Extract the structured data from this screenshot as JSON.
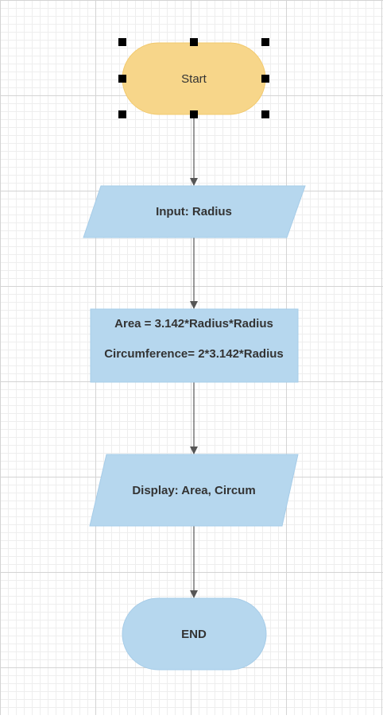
{
  "flowchart": {
    "nodes": {
      "start": {
        "label": "Start",
        "shape": "terminator",
        "fill": "#f7d68a"
      },
      "input": {
        "label": "Input: Radius",
        "shape": "parallelogram",
        "fill": "#b6d7ee"
      },
      "process": {
        "line1": "Area = 3.142*Radius*Radius",
        "line2": "Circumference= 2*3.142*Radius",
        "shape": "rectangle",
        "fill": "#b6d7ee"
      },
      "display": {
        "label": "Display: Area, Circum",
        "shape": "parallelogram",
        "fill": "#b6d7ee"
      },
      "end": {
        "label": "END",
        "shape": "terminator",
        "fill": "#b6d7ee"
      }
    },
    "edges": [
      {
        "from": "start",
        "to": "input"
      },
      {
        "from": "input",
        "to": "process"
      },
      {
        "from": "process",
        "to": "display"
      },
      {
        "from": "display",
        "to": "end"
      }
    ],
    "selected_node": "start",
    "colors": {
      "connector": "#555555",
      "text": "#333333",
      "handle": "#000000"
    }
  }
}
